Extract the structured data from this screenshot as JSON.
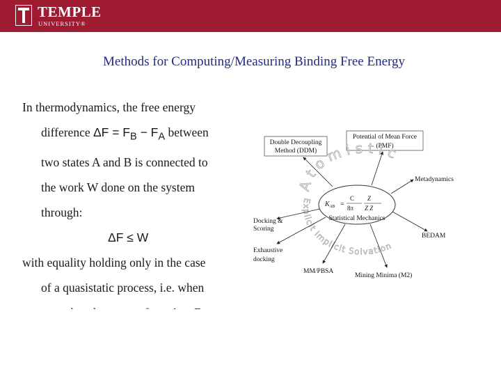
{
  "brand": {
    "name": "TEMPLE",
    "sub": "UNIVERSITY®",
    "color": "#9e1b32"
  },
  "slide": {
    "title": "Methods for Computing/Measuring Binding Free Energy"
  },
  "body": {
    "l1": "In thermodynamics, the free energy",
    "l2_pre": "difference ",
    "l2_eq": "ΔF = F",
    "l2_sub1": "B",
    "l2_mid": " − F",
    "l2_sub2": "A",
    "l2_post": " between",
    "l3": "two states A and B is connected to",
    "l4": "the work W done on the system",
    "l5": "through:",
    "eq": "ΔF ≤ W",
    "l6": "with equality holding only in the case",
    "l7": "of a quasistatic process, i.e. when",
    "l8": "one takes the system from A to B"
  },
  "diagram": {
    "ddm_1": "Double Decoupling",
    "ddm_2": "Method (DDM)",
    "pmf_1": "Potential of Mean Force",
    "pmf_2": "(PMF)",
    "metadynamics": "Metadynamics",
    "docking_1": "Docking &",
    "docking_2": "Scoring",
    "exhaustive_1": "Exhaustive",
    "exhaustive_2": "docking",
    "mmpbsa": "MM/PBSA",
    "mining": "Mining Minima (M2)",
    "bedam": "BEDAM",
    "stat_mech": "Statistical Mechanics",
    "atomistic": "Atomistic",
    "explicit": "Explicit",
    "implicit": "Implicit",
    "solvation": "Solvation",
    "formula_k": "K",
    "formula_kab_sub": "AB",
    "formula_eq": "=",
    "formula_c0": "C",
    "formula_8pi": "8π",
    "formula_zab": "Z",
    "formula_za_zb": "Z Z"
  }
}
